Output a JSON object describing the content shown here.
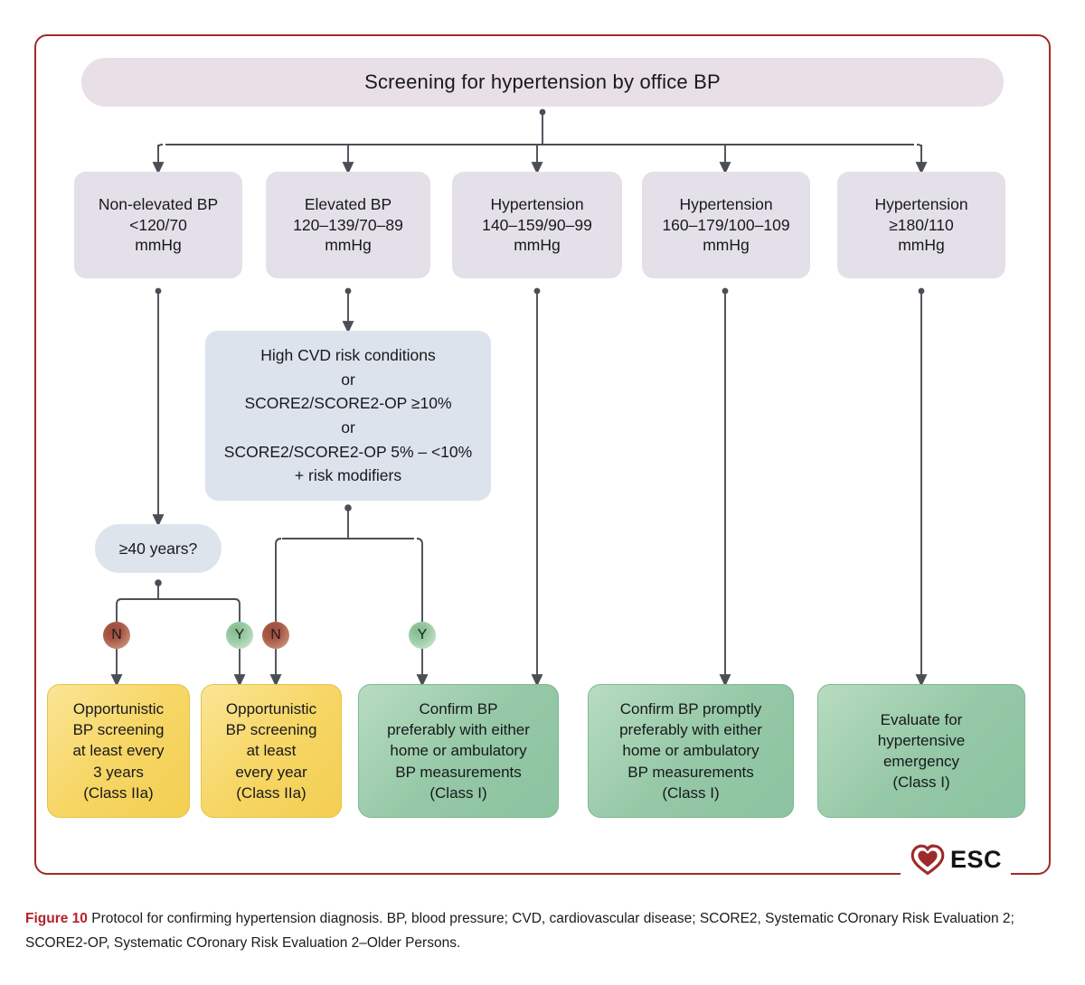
{
  "figure": {
    "number_label": "Figure 10",
    "caption": " Protocol for confirming hypertension diagnosis. BP, blood pressure; CVD, cardiovascular disease; SCORE2, Systematic COronary Risk Evaluation 2; SCORE2-OP, Systematic COronary Risk Evaluation 2–Older Persons.",
    "logo_text": "ESC",
    "logo_icon": "esc-heart-logo"
  },
  "colors": {
    "frame_border": "#9e2b2b",
    "banner_fill": "#e9dfe7",
    "category_fill": "#e4e0e9",
    "decision_fill": "#dde3ec",
    "outcome_yellow": "#f6d665",
    "outcome_green": "#95c8a6",
    "pip_no": "#a85a46",
    "pip_yes": "#9ccba6",
    "connector": "#4a4f55",
    "caption_accent": "#b4222b"
  },
  "flowchart": {
    "root": {
      "id": "screening",
      "label": "Screening for hypertension by office BP"
    },
    "categories": [
      {
        "id": "non-elevated-bp",
        "lines": [
          "Non-elevated BP",
          "<120/70",
          "mmHg"
        ]
      },
      {
        "id": "elevated-bp",
        "lines": [
          "Elevated BP",
          "120–139/70–89",
          "mmHg"
        ]
      },
      {
        "id": "hypertension-grade-1",
        "lines": [
          "Hypertension",
          "140–159/90–99",
          "mmHg"
        ]
      },
      {
        "id": "hypertension-grade-2",
        "lines": [
          "Hypertension",
          "160–179/100–109",
          "mmHg"
        ]
      },
      {
        "id": "hypertension-grade-3",
        "lines": [
          "Hypertension",
          "≥180/110",
          "mmHg"
        ]
      }
    ],
    "decisions": [
      {
        "id": "cvd-risk",
        "lines": [
          "High CVD risk conditions",
          "or",
          "SCORE2/SCORE2-OP ≥10%",
          "or",
          "SCORE2/SCORE2-OP 5% – <10%",
          "+ risk modifiers"
        ]
      },
      {
        "id": "age-40",
        "lines": [
          "≥40 years?"
        ]
      }
    ],
    "branch_pips": [
      {
        "id": "age-no",
        "label": "N",
        "type": "no"
      },
      {
        "id": "age-yes",
        "label": "Y",
        "type": "yes"
      },
      {
        "id": "cvd-no",
        "label": "N",
        "type": "no"
      },
      {
        "id": "cvd-yes",
        "label": "Y",
        "type": "yes"
      }
    ],
    "outcomes": [
      {
        "id": "opportunistic-3-years",
        "style": "yellow",
        "lines": [
          "Opportunistic",
          "BP screening",
          "at least every",
          "3 years",
          "(Class IIa)"
        ]
      },
      {
        "id": "opportunistic-yearly",
        "style": "yellow",
        "lines": [
          "Opportunistic",
          "BP screening",
          "at least",
          "every year",
          "(Class IIa)"
        ]
      },
      {
        "id": "confirm-bp",
        "style": "green",
        "lines": [
          "Confirm BP",
          "preferably with either",
          "home or ambulatory",
          "BP measurements",
          "(Class I)"
        ]
      },
      {
        "id": "confirm-bp-promptly",
        "style": "green",
        "lines": [
          "Confirm BP promptly",
          "preferably with either",
          "home or ambulatory",
          "BP measurements",
          "(Class I)"
        ]
      },
      {
        "id": "hypertensive-emergency",
        "style": "green",
        "lines": [
          "Evaluate for",
          "hypertensive",
          "emergency",
          "(Class I)"
        ]
      }
    ]
  }
}
